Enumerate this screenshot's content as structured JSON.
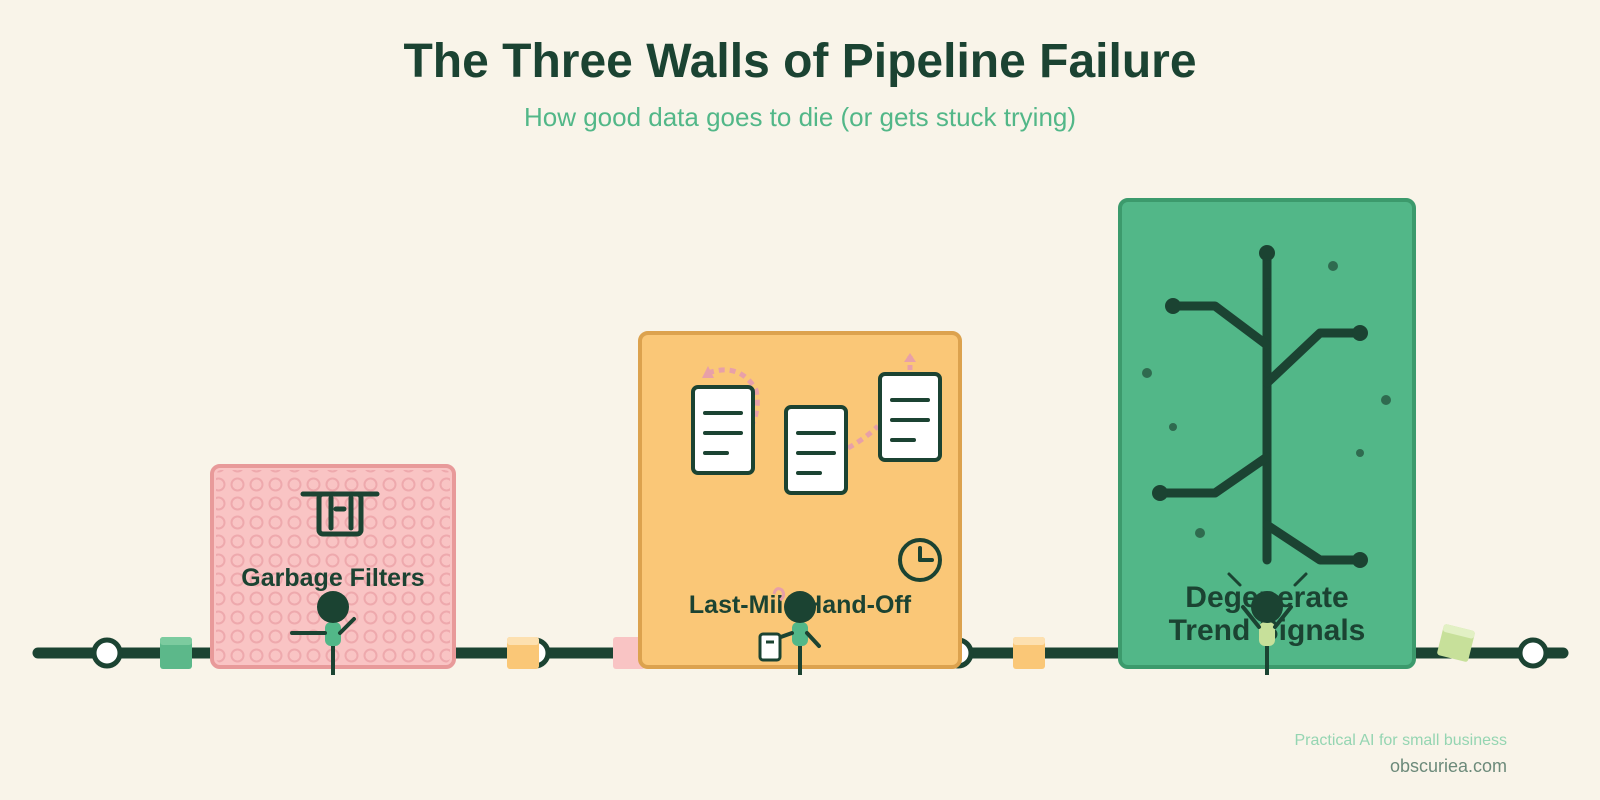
{
  "header": {
    "title": "The Three Walls of Pipeline Failure",
    "subtitle": "How good data goes to die (or gets stuck trying)"
  },
  "walls": [
    {
      "id": "garbage",
      "label": "Garbage Filters",
      "icon": "trash-can-icon",
      "fill": "#f9c4c4",
      "stroke": "#e89a9a"
    },
    {
      "id": "handoff",
      "label": "Last-Mile Hand-Off",
      "icon": "documents-icon",
      "fill": "#fac777",
      "stroke": "#dca24e"
    },
    {
      "id": "degenerate",
      "label_lines": [
        "Degenerate",
        "Trend Signals"
      ],
      "icon": "branching-tree-icon",
      "fill": "#52b788",
      "stroke": "#3c9a6c"
    }
  ],
  "footer": {
    "tagline": "Practical AI for small business",
    "site": "obscuriea.com"
  },
  "colors": {
    "background": "#f9f4e9",
    "dark_green": "#1b4332",
    "green": "#52b788",
    "pink": "#f9c4c4",
    "orange": "#fac777",
    "accent_pink": "#e8a0a8"
  }
}
